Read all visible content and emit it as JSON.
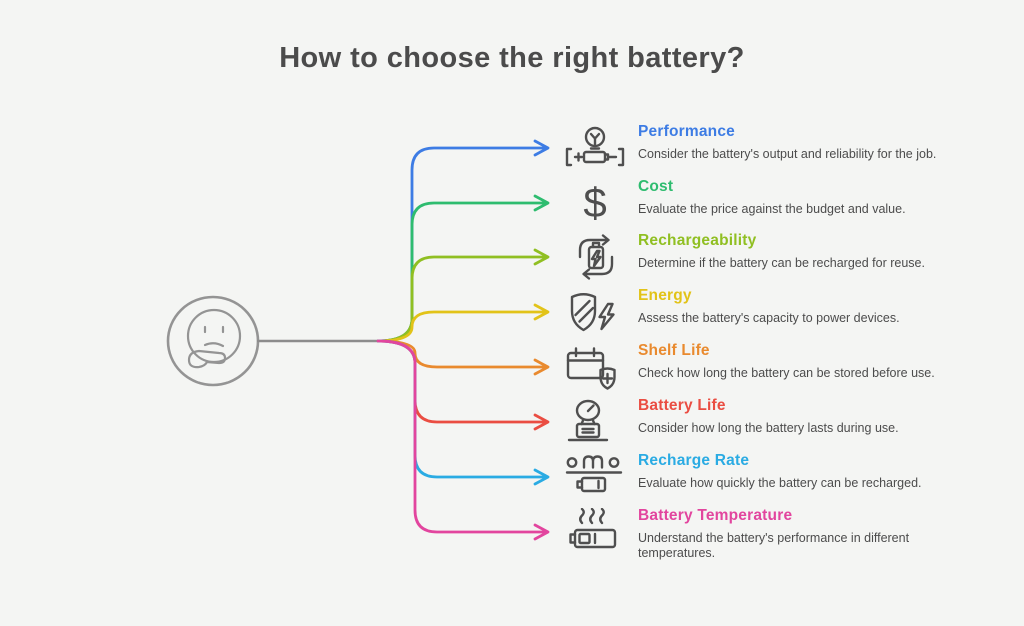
{
  "title": "How to choose the right battery?",
  "colors": {
    "background": "#f4f5f3",
    "title_text": "#4b4b4b",
    "description_text": "#4c4c4c",
    "icon_stroke": "#4f4f4f",
    "center_stroke": "#949494"
  },
  "center": {
    "icon": "thinking-face"
  },
  "branches": [
    {
      "label": "Performance",
      "description": "Consider the battery's output and reliability for the job.",
      "color": "#3d7ce4",
      "icon": "bulb-battery-icon"
    },
    {
      "label": "Cost",
      "description": "Evaluate the price against the budget and value.",
      "color": "#2ebc6f",
      "icon": "dollar-icon",
      "glyph": "$"
    },
    {
      "label": "Rechargeability",
      "description": "Determine if the battery can be recharged for reuse.",
      "color": "#90bf22",
      "icon": "battery-recycle-icon"
    },
    {
      "label": "Energy",
      "description": "Assess the battery's capacity to power devices.",
      "color": "#e2c318",
      "icon": "shield-bolt-icon"
    },
    {
      "label": "Shelf Life",
      "description": "Check how long the battery can be stored before use.",
      "color": "#e98a2e",
      "icon": "calendar-shield-icon"
    },
    {
      "label": "Battery Life",
      "description": "Consider how long the battery lasts during use.",
      "color": "#ea4d42",
      "icon": "gauge-battery-icon"
    },
    {
      "label": "Recharge Rate",
      "description": "Evaluate how quickly the battery can be recharged.",
      "color": "#2aabe3",
      "icon": "battery-meter-icon"
    },
    {
      "label": "Battery Temperature",
      "description": "Understand the battery's performance in different temperatures.",
      "color": "#e2459e",
      "icon": "battery-heat-icon"
    }
  ]
}
